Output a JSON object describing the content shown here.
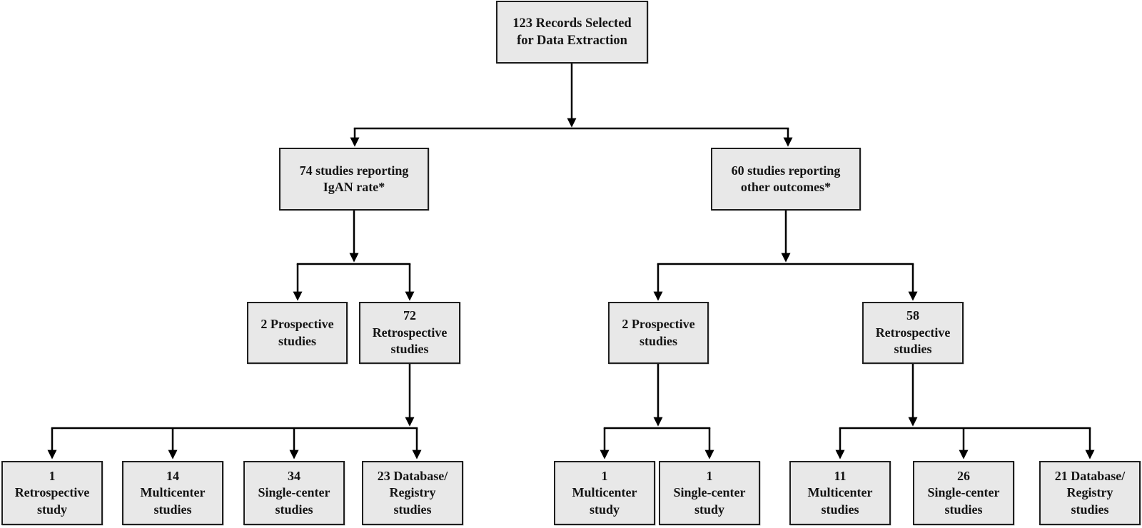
{
  "diagram": {
    "type": "flowchart",
    "colors": {
      "node_fill": "#e8e8e8",
      "node_border": "#1f1f1f",
      "connector": "#000000",
      "background": "#ffffff",
      "text": "#141414"
    },
    "nodes": {
      "root": {
        "label": "123 Records Selected\nfor Data Extraction"
      },
      "igan": {
        "label": "74 studies reporting\nIgAN rate*"
      },
      "other": {
        "label": "60 studies reporting\nother outcomes*"
      },
      "igan_prospective": {
        "label": "2 Prospective\nstudies"
      },
      "igan_retrospective": {
        "label": "72\nRetrospective\nstudies"
      },
      "other_prospective": {
        "label": "2 Prospective\nstudies"
      },
      "other_retrospective": {
        "label": "58\nRetrospective\nstudies"
      },
      "igan_retro_retrospective": {
        "label": "1\nRetrospective\nstudy"
      },
      "igan_retro_multicenter": {
        "label": "14\nMulticenter\nstudies"
      },
      "igan_retro_singlecenter": {
        "label": "34\nSingle-center\nstudies"
      },
      "igan_retro_registry": {
        "label": "23 Database/\nRegistry\nstudies"
      },
      "other_pro_multicenter": {
        "label": "1\nMulticenter\nstudy"
      },
      "other_pro_singlecenter": {
        "label": "1\nSingle-center\nstudy"
      },
      "other_retro_multicenter": {
        "label": "11\nMulticenter\nstudies"
      },
      "other_retro_singlecenter": {
        "label": "26\nSingle-center\nstudies"
      },
      "other_retro_registry": {
        "label": "21 Database/\nRegistry\nstudies"
      }
    },
    "edges": [
      [
        "root",
        "igan"
      ],
      [
        "root",
        "other"
      ],
      [
        "igan",
        "igan_prospective"
      ],
      [
        "igan",
        "igan_retrospective"
      ],
      [
        "other",
        "other_prospective"
      ],
      [
        "other",
        "other_retrospective"
      ],
      [
        "igan_retrospective",
        "igan_retro_retrospective"
      ],
      [
        "igan_retrospective",
        "igan_retro_multicenter"
      ],
      [
        "igan_retrospective",
        "igan_retro_singlecenter"
      ],
      [
        "igan_retrospective",
        "igan_retro_registry"
      ],
      [
        "other_prospective",
        "other_pro_multicenter"
      ],
      [
        "other_prospective",
        "other_pro_singlecenter"
      ],
      [
        "other_retrospective",
        "other_retro_multicenter"
      ],
      [
        "other_retrospective",
        "other_retro_singlecenter"
      ],
      [
        "other_retrospective",
        "other_retro_registry"
      ]
    ]
  }
}
